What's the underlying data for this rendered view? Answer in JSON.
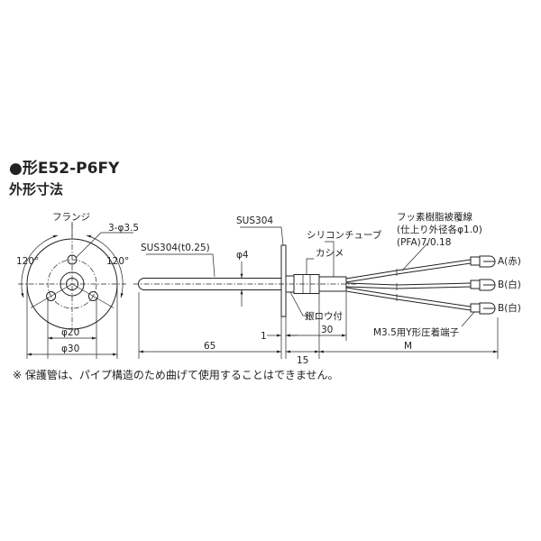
{
  "header": {
    "title": "●形E52-P6FY",
    "subtitle": "外形寸法"
  },
  "flange_view": {
    "flange_label": "フランジ",
    "holes_label": "3-φ3.5",
    "angle_left": "120°",
    "angle_right": "120°",
    "dim_inner": "φ20",
    "dim_outer": "φ30"
  },
  "side_view": {
    "tube_material": "SUS304(t0.25)",
    "flange_material": "SUS304",
    "tube_diameter": "φ4",
    "silicone_tube": "シリコンチューブ",
    "crimp": "カシメ",
    "brazed": "銀ロウ付",
    "dim_flange_thickness": "1",
    "dim_length": "65",
    "dim_15": "15",
    "dim_30": "30",
    "dim_m": "M"
  },
  "wires": {
    "title": "フッ素樹脂被覆線",
    "outer_diameter": "(仕上り外径各φ1.0)",
    "spec": "(PFA)7/0.18",
    "terminal_a": "A(赤)",
    "terminal_b1": "B(白)",
    "terminal_b2": "B(白)",
    "terminal_type": "M3.5用Y形圧着端子"
  },
  "footnote": "※ 保護管は、パイプ構造のため曲げて使用することはできません。"
}
